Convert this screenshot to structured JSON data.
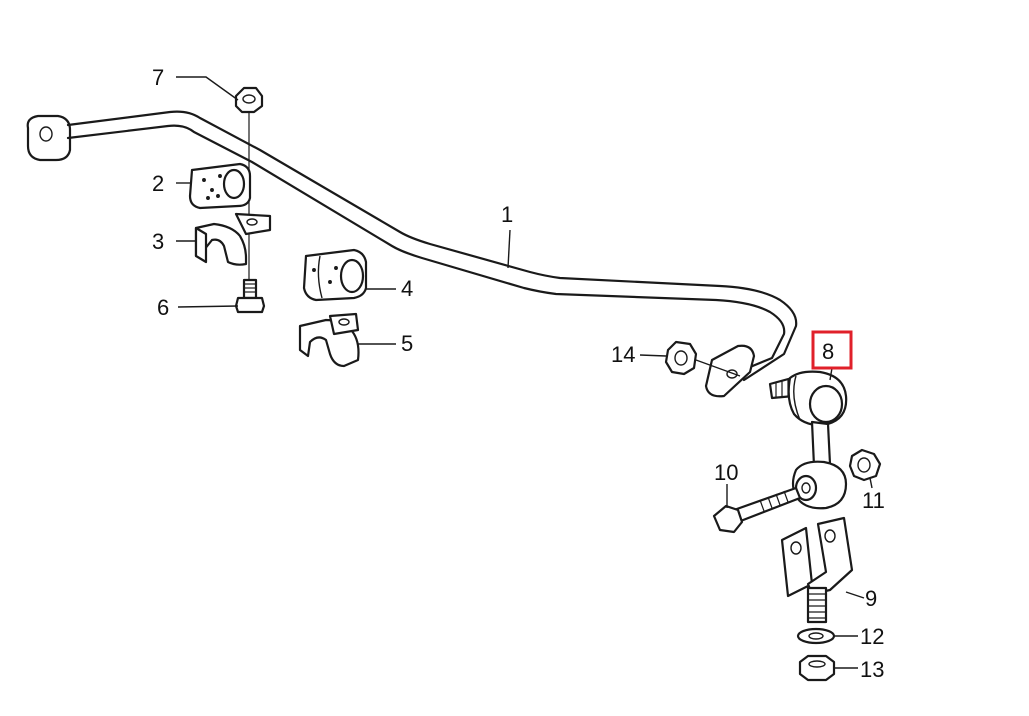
{
  "diagram": {
    "highlight_color": "#e0202a",
    "ink_color": "#1a1a1a",
    "callouts": {
      "p1": "1",
      "p2": "2",
      "p3": "3",
      "p4": "4",
      "p5": "5",
      "p6": "6",
      "p7": "7",
      "p8": "8",
      "p9": "9",
      "p10": "10",
      "p11": "11",
      "p12": "12",
      "p13": "13",
      "p14": "14"
    },
    "highlighted_callout": "8"
  }
}
